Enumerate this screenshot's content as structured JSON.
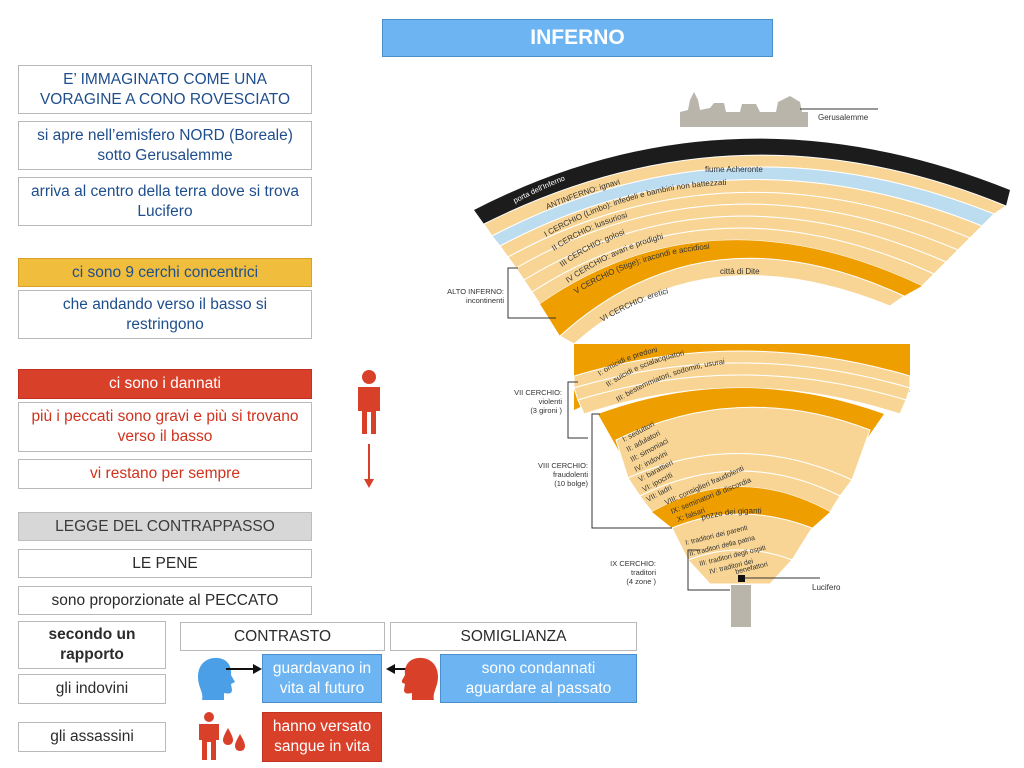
{
  "title": "INFERNO",
  "left": {
    "desc1": "E’ IMMAGINATO COME UNA VORAGINE A CONO ROVESCIATO",
    "desc2": "si apre nell’emisfero NORD (Boreale) sotto Gerusalemme",
    "desc3": "arriva al centro della terra dove si trova Lucifero",
    "cerchi": "ci sono 9 cerchi concentrici",
    "restringono": "che andando verso il basso si restringono",
    "dannati": "ci sono i dannati",
    "peccati": "più i peccati sono gravi e più si trovano verso il basso",
    "sempre": "vi restano per sempre",
    "legge": "LEGGE DEL CONTRAPPASSO",
    "pene": "LE PENE",
    "proporzionate": "sono proporzionate al PECCATO",
    "rapporto": "secondo un rapporto",
    "contrasto": "CONTRASTO",
    "somiglianza": "SOMIGLIANZA",
    "indovini": "gli indovini",
    "indovini_contrasto": "guardavano in vita al futuro",
    "indovini_somiglianza": "sono condannati aguardare al passato",
    "assassini": "gli assassini",
    "assassini_contrasto": "hanno versato sangue in vita"
  },
  "diagram": {
    "city": "Gerusalemme",
    "porta": "porta dell'Inferno",
    "acheronte": "fiume Acheronte",
    "antinferno": "ANTINFERNO: ignavi",
    "cerchio1": "I CERCHIO (Limbo): infedeli e bambini non battezzati",
    "cerchio2": "II CERCHIO: lussuriosi",
    "cerchio3": "III CERCHIO: golosi",
    "cerchio4": "IV CERCHIO: avari e prodighi",
    "cerchio5": "V CERCHIO (Stige): iracondi e accidiosi",
    "dite": "città di Dite",
    "cerchio6": "VI CERCHIO: eretici",
    "alto1": "ALTO INFERNO:",
    "alto2": "incontinenti",
    "g1": "I: omicidi e predoni",
    "g2": "II: suicidi e scialacquatori",
    "g3": "III: bestemmiatori, sodomiti, usurai",
    "c7a": "VII CERCHIO:",
    "c7b": "violenti",
    "c7c": "(3 gironi )",
    "b1": "I: seduttori",
    "b2": "II: adulatori",
    "b3": "III: simoniaci",
    "b4": "IV: indovini",
    "b5": "V: barattieri",
    "b6": "VI: ipocriti",
    "b7": "VII: ladri",
    "b8": "VIII: consiglieri fraudolenti",
    "b9": "IX: seminatori di discordia",
    "b10": "X: falsari",
    "c8a": "VIII CERCHIO:",
    "c8b": "fraudolenti",
    "c8c": "(10 bolge)",
    "pozzo": "pozzo dei giganti",
    "z1": "I: traditori dei parenti",
    "z2": "II: traditori della patria",
    "z3": "III: traditori degli ospiti",
    "z4a": "IV: traditori dei",
    "z4b": "benefattori",
    "c9a": "IX CERCHIO:",
    "c9b": "traditori",
    "c9c": "(4 zone )",
    "lucifero": "Lucifero"
  },
  "colors": {
    "title_bg": "#6db4f2",
    "cerchi_bg": "#f0bd3c",
    "dannati_bg": "#d9402a",
    "legge_bg": "#d7d7d7",
    "contrasto_bg": "#6db4f2",
    "assassini_bg": "#d9402a",
    "ring_light": "#f8d594",
    "ring_dark": "#ef9e00",
    "river": "#bcdcef",
    "porta": "#1a1a1a"
  },
  "icons": {
    "person": "person-icon",
    "arrow": "arrow-down-icon",
    "head_blue": "head-profile-icon",
    "head_red": "head-profile-icon",
    "blood": "blood-drops-icon"
  }
}
